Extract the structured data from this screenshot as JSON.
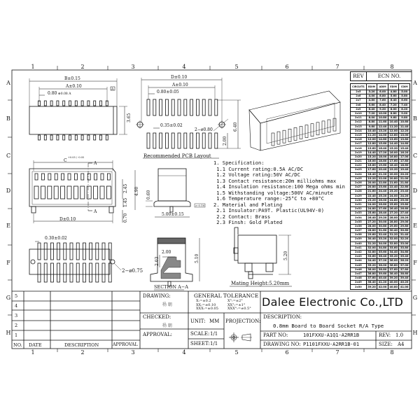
{
  "ruler": {
    "cols": [
      "1",
      "2",
      "3",
      "4",
      "5",
      "6",
      "7",
      "8"
    ],
    "rows": [
      "A",
      "B",
      "C",
      "D",
      "E",
      "F",
      "G",
      "H"
    ]
  },
  "views": {
    "top": {
      "b": "B±0.15",
      "a": "A±0.10",
      "pitch": "0.80",
      "tol_box": "⊕0.08 A",
      "datum": "A",
      "height": "3.65"
    },
    "pcb": {
      "d": "D±0.10",
      "a": "A±0.10",
      "pitch": "0.80±0.05",
      "pad": "0.35±0.02",
      "holes": "2−ø0.80",
      "h1": "6.40",
      "h2": "2.00",
      "caption": "Recommended PCB Layout"
    },
    "front": {
      "c": "C",
      "c_tol": "+0.05 / -0.05",
      "sec": "A",
      "d": "D±0.10",
      "h1": "2.45",
      "h2": "4.90",
      "h3": "1.45",
      "h4": "0.70"
    },
    "side": {
      "h": "0.60",
      "w": "5.00±0.15",
      "flat": "⏥ 0.10"
    },
    "bottom": {
      "pad": "0.30±0.02",
      "holes": "2−ø0.75"
    },
    "section": {
      "h1": "2.03",
      "w": "2.00",
      "h2": "5.10",
      "caption": "SECTION A−A"
    },
    "mating": {
      "h": "5.20",
      "caption": "Mating Height:5.20mm"
    }
  },
  "spec": [
    "1. Specification:",
    " 1.1 Current rating:0.5A AC/DC",
    " 1.2 Voltage rating:50V AC/DC",
    " 1.3 Contact resistance:20m milliohms max",
    " 1.4 Insulation resistance:100 Mega ohms min",
    " 1.5 Withstanding voltage:500V AC/minute",
    " 1.6 Temperature range:-25°C to +80°C",
    "2. Material and Plating",
    " 2.1 Insulator:PA9T. Plastic(UL94V-0)",
    " 2.2 Contact: Brass",
    " 2.3 Finsh: Gold Plated"
  ],
  "ecn": {
    "rev_label": "REV",
    "ecn_label": "ECN NO.",
    "headers": [
      "CIRCUITS",
      "BDIM",
      "ADIM",
      "EDIM",
      "CDIM"
    ],
    "rows": [
      [
        "2x5",
        "3.20",
        "6.00",
        "4.80",
        "5.00"
      ],
      [
        "2x6",
        "4.00",
        "6.80",
        "5.60",
        "5.80"
      ],
      [
        "2x7",
        "4.80",
        "7.60",
        "6.40",
        "6.60"
      ],
      [
        "2x8",
        "5.60",
        "8.40",
        "7.20",
        "7.40"
      ],
      [
        "2x9",
        "6.40",
        "9.20",
        "8.00",
        "8.20"
      ],
      [
        "2x10",
        "7.20",
        "10.00",
        "8.80",
        "9.00"
      ],
      [
        "2x11",
        "8.00",
        "10.80",
        "9.60",
        "9.80"
      ],
      [
        "2x12",
        "8.80",
        "11.60",
        "10.40",
        "10.60"
      ],
      [
        "2x13",
        "9.60",
        "12.40",
        "11.20",
        "11.40"
      ],
      [
        "2x14",
        "10.40",
        "13.20",
        "12.00",
        "12.20"
      ],
      [
        "2x15",
        "11.20",
        "14.00",
        "12.80",
        "13.00"
      ],
      [
        "2x16",
        "12.00",
        "14.80",
        "13.60",
        "13.80"
      ],
      [
        "2x17",
        "12.80",
        "15.60",
        "14.40",
        "14.60"
      ],
      [
        "2x18",
        "13.60",
        "16.40",
        "15.20",
        "15.40"
      ],
      [
        "2x19",
        "14.40",
        "17.20",
        "16.00",
        "16.20"
      ],
      [
        "2x20",
        "15.20",
        "18.00",
        "16.80",
        "17.00"
      ],
      [
        "2x21",
        "16.00",
        "18.80",
        "17.60",
        "17.80"
      ],
      [
        "2x22",
        "16.80",
        "19.60",
        "18.40",
        "18.60"
      ],
      [
        "2x23",
        "17.60",
        "20.40",
        "19.20",
        "19.40"
      ],
      [
        "2x24",
        "18.40",
        "21.20",
        "20.00",
        "20.20"
      ],
      [
        "2x25",
        "19.20",
        "22.00",
        "20.80",
        "21.00"
      ],
      [
        "2x26",
        "20.00",
        "22.80",
        "21.60",
        "21.80"
      ],
      [
        "2x27",
        "20.80",
        "23.60",
        "22.40",
        "22.60"
      ],
      [
        "2x28",
        "21.60",
        "24.40",
        "23.20",
        "23.40"
      ],
      [
        "2x29",
        "22.40",
        "25.20",
        "24.00",
        "24.20"
      ],
      [
        "2x30",
        "23.20",
        "26.00",
        "24.80",
        "25.00"
      ],
      [
        "2x31",
        "24.00",
        "26.80",
        "25.60",
        "25.80"
      ],
      [
        "2x32",
        "24.80",
        "27.60",
        "26.40",
        "26.60"
      ],
      [
        "2x33",
        "25.60",
        "28.40",
        "27.20",
        "27.40"
      ],
      [
        "2x34",
        "26.40",
        "29.20",
        "28.00",
        "28.20"
      ],
      [
        "2x35",
        "27.20",
        "30.00",
        "28.80",
        "29.00"
      ],
      [
        "2x36",
        "28.00",
        "30.80",
        "29.60",
        "29.80"
      ],
      [
        "2x37",
        "28.80",
        "31.60",
        "30.40",
        "30.60"
      ],
      [
        "2x38",
        "29.60",
        "32.40",
        "31.20",
        "31.40"
      ],
      [
        "2x39",
        "30.40",
        "33.20",
        "32.00",
        "32.20"
      ],
      [
        "2x40",
        "31.20",
        "34.00",
        "32.80",
        "33.00"
      ],
      [
        "2x41",
        "32.00",
        "34.80",
        "33.60",
        "33.80"
      ],
      [
        "2x42",
        "32.80",
        "35.60",
        "34.40",
        "34.60"
      ],
      [
        "2x43",
        "33.60",
        "36.40",
        "35.20",
        "35.40"
      ],
      [
        "2x44",
        "34.40",
        "37.20",
        "36.00",
        "36.20"
      ],
      [
        "2x45",
        "35.20",
        "38.00",
        "36.80",
        "37.00"
      ],
      [
        "2x46",
        "36.00",
        "38.80",
        "37.60",
        "37.80"
      ],
      [
        "2x47",
        "36.80",
        "39.60",
        "38.40",
        "38.60"
      ],
      [
        "2x48",
        "37.60",
        "40.40",
        "39.20",
        "39.40"
      ],
      [
        "2x49",
        "38.40",
        "41.20",
        "40.00",
        "40.20"
      ],
      [
        "2x50",
        "39.20",
        "42.00",
        "40.80",
        "41.00"
      ]
    ]
  },
  "revisions": {
    "numbers": [
      "5",
      "4",
      "3",
      "2",
      "1"
    ],
    "headers": [
      "NO.",
      "DATE",
      "DESCRIPTION",
      "APPROVAL"
    ]
  },
  "title_block": {
    "drawing_label": "DRAWING:",
    "drawing_name": "杨 朝",
    "checked_label": "CHECKED:",
    "checked_name": "杨 朝",
    "approval_label": "APPROVAL:",
    "tolerance_title": "GENERAL TOLERANCE",
    "tol_lin": [
      "X:=±0.2",
      "XX:=±0.10",
      "XXX:=±0.05"
    ],
    "tol_ang": [
      "X°:=±2°",
      "XX°:=±1°",
      "XXX°:=±0.5°"
    ],
    "unit_label": "UNIT:",
    "unit": "MM",
    "projection_label": "PROJECTION:",
    "scale_label": "SCALE:",
    "scale": "1/1",
    "sheet_label": "SHEET:",
    "sheet": "1/1",
    "company": "Dalee Electronic Co.,LTD",
    "description_label": "DESCRIPTION:",
    "description": "0.8mm Board to Board Socket R/A Type",
    "part_label": "PART NO:",
    "part_no": "101FXXU-A1Q1-A2RR1B",
    "rev_label": "REV:",
    "rev": "1.0",
    "drawing_no_label": "DRAWING NO:",
    "drawing_no": "P1101FXXU-A2RR1B-01",
    "size_label": "SIZE:",
    "size": "A4"
  }
}
